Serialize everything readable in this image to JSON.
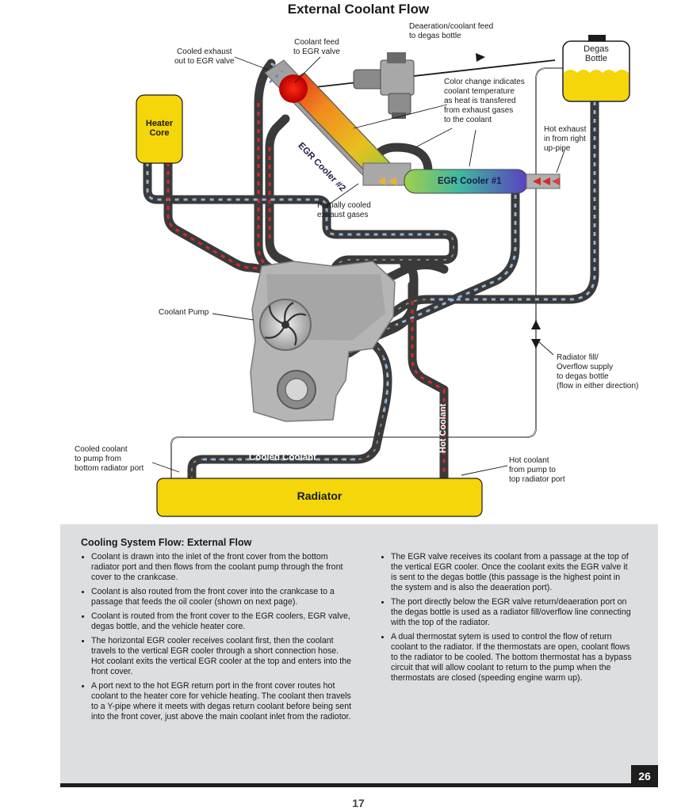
{
  "title": "External Coolant Flow",
  "labels": {
    "deaeration": "Deaeration/coolant feed\nto degas bottle",
    "degas_bottle": "Degas\nBottle",
    "coolant_feed_egr": "Coolant feed\nto EGR valve",
    "cooled_exhaust_out": "Cooled exhaust\nout to EGR valve",
    "color_change": "Color change indicates\ncoolant temperature\nas heat is transfered\nfrom exhaust gases\nto the coolant",
    "heater_core": "Heater\nCore",
    "hot_exhaust": "Hot exhaust\nin from right\nup-pipe",
    "egr_cooler_2": "EGR Cooler #2",
    "egr_cooler_1": "EGR Cooler #1",
    "partially_cooled": "Partially cooled\nexhaust gases",
    "coolant_pump": "Coolant Pump",
    "radiator_fill": "Radiator fill/\nOverflow supply\nto degas bottle\n(flow in either direction)",
    "cooled_coolant_pump": "Cooled coolant\nto pump from\nbottom radiator port",
    "cooled_coolant": "Cooled Coolant",
    "hot_coolant_pipe": "Hot Coolant",
    "hot_coolant_pump": "Hot coolant\nfrom pump to\ntop radiator port",
    "radiator": "Radiator"
  },
  "panel": {
    "title": "Cooling System Flow: External Flow",
    "left_bullets": [
      "Coolant is drawn into the inlet of the front cover from the bottom radiator port and then flows from the coolant pump through the front cover to the crankcase.",
      "Coolant is also routed from the front cover into the crankcase to a passage that feeds the oil cooler (shown on next page).",
      "Coolant is routed from the front cover to the EGR coolers, EGR valve, degas bottle, and the vehicle heater core.",
      "The horizontal EGR cooler receives coolant first, then the coolant travels to the vertical EGR cooler through a short connection hose. Hot coolant exits the vertical EGR cooler at the top and enters into the front cover.",
      "A port next to the hot EGR return port in the front cover routes hot coolant to the heater core for vehicle heating. The coolant then travels to a Y-pipe where it meets with degas return coolant before being sent into the front cover, just above the main coolant inlet from the radiotor."
    ],
    "right_bullets": [
      "The EGR valve receives its coolant from a passage at the top of the vertical EGR cooler. Once the coolant exits the EGR valve it is sent to the degas bottle (this passage is the highest point in the system and is also the deaeration port).",
      "The port directly below the EGR valve return/deaeration port on the degas bottle is used as a radiator fill/overflow line connecting with the top of the radiator.",
      "A dual thermostat sytem is used to control the flow of return coolant to the radiator. If the thermostats are open, coolant flows to the radiator to be cooled. The bottom thermostat has a bypass circuit that will allow coolant to return to the pump when the thermostats are closed (speeding engine warm up)."
    ],
    "page_badge": "26"
  },
  "page_number": "17",
  "colors": {
    "yellow": "#f4d60a",
    "pipe_dark": "#3a3a3a",
    "hot_arrow": "#d42a2a",
    "cool_arrow": "#8fb3da",
    "panel_bg": "#dcdedf"
  }
}
